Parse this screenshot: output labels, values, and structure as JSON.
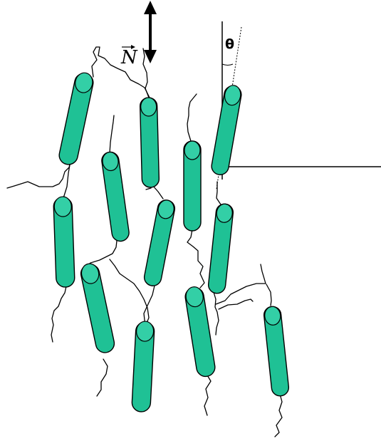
{
  "labels": {
    "director": "N",
    "angle": "θ"
  },
  "colors": {
    "molecule_fill": "#1FC195",
    "molecule_cap": "#33CFA6",
    "outline": "#000000"
  },
  "icons": {
    "director_arrow": "double-headed-vertical-arrow",
    "vector_mark": "right-arrow-over-letter"
  }
}
